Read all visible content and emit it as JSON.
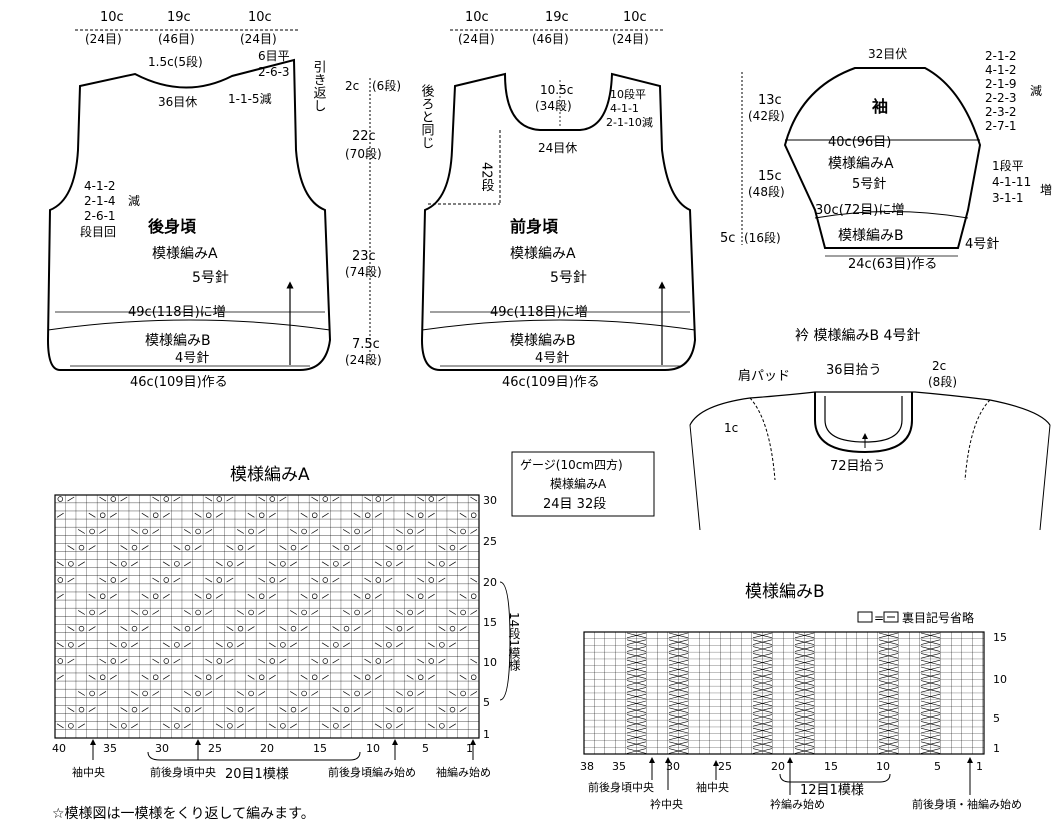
{
  "back": {
    "top_widths": [
      "10c",
      "19c",
      "10c"
    ],
    "top_stitches": [
      "(24目)",
      "(46目)",
      "(24目)"
    ],
    "neck_rows": "1.5c(5段)",
    "neck_bind": "36目休",
    "neck_dec": "1-1-5減",
    "shoulder_a": "6目平",
    "shoulder_b": "2-6-3",
    "shoulder_note": "引き返し",
    "arm_lines": [
      "4-1-2",
      "2-1-4",
      "2-6-1",
      "段目回"
    ],
    "arm_dec_label": "減",
    "name": "後身頃",
    "pattern": "模様編みA",
    "needle": "5号針",
    "increase": "49c(118目)に増",
    "rib_pattern": "模様編みB",
    "rib_needle": "4号針",
    "cast_on": "46c(109目)作る"
  },
  "mid_scale": {
    "top": "2c",
    "top_rows": "(6段)",
    "a": "22c",
    "a_rows": "(70段)",
    "b": "23c",
    "b_rows": "(74段)",
    "c": "7.5c",
    "c_rows": "(24段)"
  },
  "front": {
    "top_widths": [
      "10c",
      "19c",
      "10c"
    ],
    "top_stitches": [
      "(24目)",
      "(46目)",
      "(24目)"
    ],
    "same_as_back": "後ろと同じ",
    "neck_depth": "10.5c",
    "neck_depth_rows": "(34段)",
    "neck_flat": "10段平",
    "neck_dec_a": "4-1-1",
    "neck_dec_b": "2-1-10減",
    "neck_bind": "24目休",
    "side_rows": "42段",
    "name": "前身頃",
    "pattern": "模様編みA",
    "needle": "5号針",
    "increase": "49c(118目)に増",
    "rib_pattern": "模様編みB",
    "rib_needle": "4号針",
    "cast_on": "46c(109目)作る"
  },
  "sleeve": {
    "bind": "32目伏",
    "cap_lines": [
      "2-1-2",
      "4-1-2",
      "2-1-9",
      "2-2-3",
      "2-3-2",
      "2-7-1"
    ],
    "cap_dec_label": "減",
    "name": "袖",
    "cap_h": "13c",
    "cap_h_rows": "(42段)",
    "body_h": "15c",
    "body_h_rows": "(48段)",
    "rib_h": "5c",
    "rib_h_rows": "(16段)",
    "width": "40c(96目)",
    "pattern": "模様編みA",
    "needle": "5号針",
    "inc_lines": [
      "1段平",
      "4-1-11",
      "3-1-1"
    ],
    "inc_label": "増",
    "increase": "30c(72目)に増",
    "rib_pattern": "模様編みB",
    "rib_needle": "4号針",
    "cast_on": "24c(63目)作る"
  },
  "collar": {
    "title": "衿 模様編みB 4号針",
    "pad": "肩パッド",
    "pick_back": "36目拾う",
    "height": "2c",
    "height_rows": "(8段)",
    "pad_width": "1c",
    "pick_front": "72目拾う"
  },
  "gauge": {
    "line1": "ゲージ(10cm四方)",
    "line2": "模様編みA",
    "line3": "24目 32段"
  },
  "chart_a": {
    "title": "模様編みA",
    "row_labels": [
      "30",
      "25",
      "20",
      "15",
      "10",
      "5",
      "1"
    ],
    "col_labels": [
      "40",
      "35",
      "30",
      "25",
      "20",
      "15",
      "10",
      "5",
      "1"
    ],
    "repeat_rows": "14段1模様",
    "repeat_cols": "20目1模様",
    "marks": [
      "袖中央",
      "前後身頃中央",
      "前後身頃編み始め",
      "袖編み始め"
    ]
  },
  "chart_b": {
    "title": "模様編みB",
    "legend": "裏目記号省略",
    "row_labels": [
      "15",
      "10",
      "5",
      "1"
    ],
    "col_labels": [
      "38",
      "35",
      "30",
      "25",
      "20",
      "15",
      "10",
      "5",
      "1"
    ],
    "repeat_cols": "12目1模様",
    "marks": [
      "前後身頃中央",
      "衿中央",
      "袖中央",
      "衿編み始め",
      "前後身頃・袖編み始め"
    ]
  },
  "footnote": "☆模様図は一模様をくり返して編みます。"
}
